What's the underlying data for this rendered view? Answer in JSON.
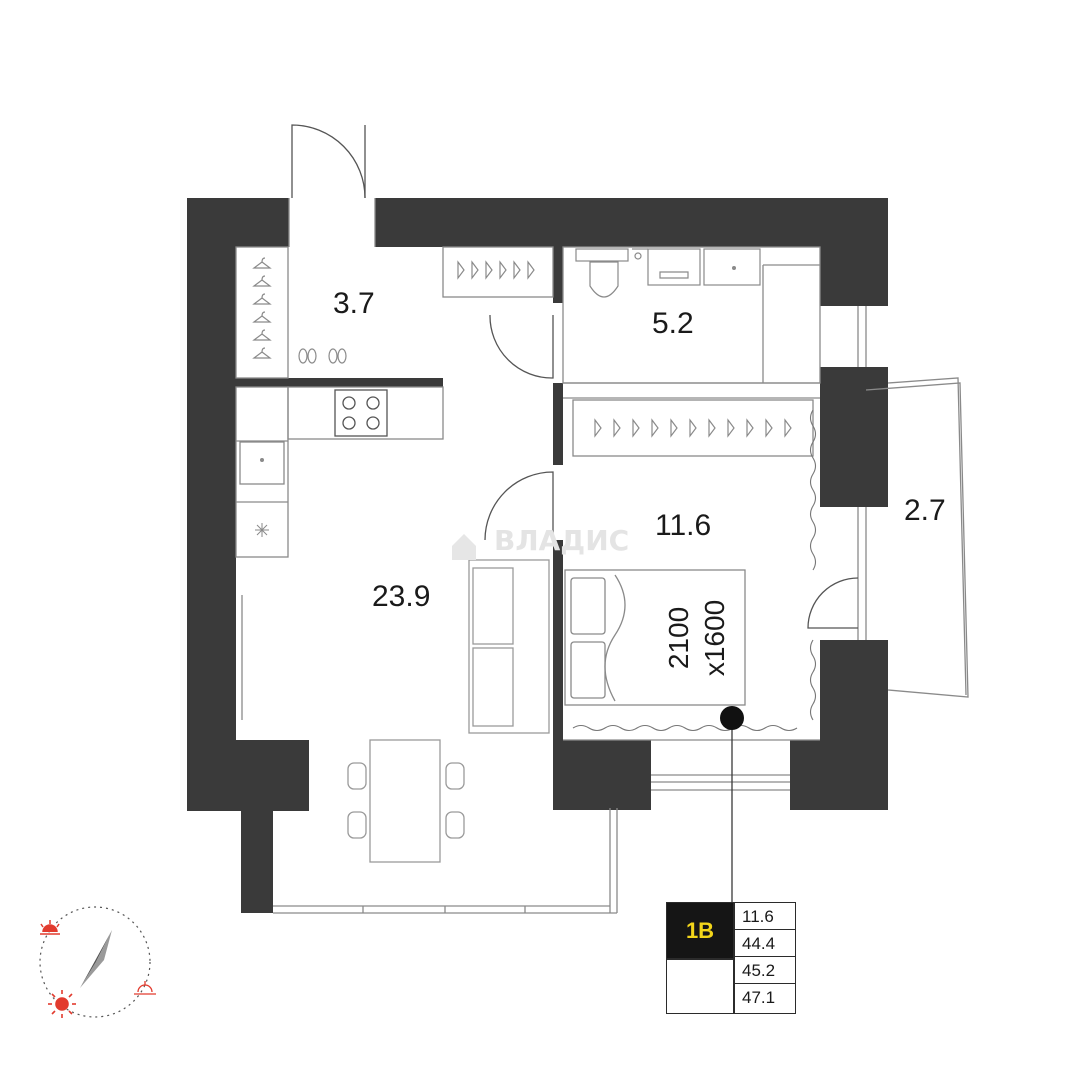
{
  "rooms": {
    "hall_area": "3.7",
    "bathroom_area": "5.2",
    "bedroom_area": "11.6",
    "living_kitchen_area": "23.9",
    "balcony_area": "2.7"
  },
  "bed": {
    "length": "2100",
    "width": "x1600"
  },
  "watermark": "ВЛАДИС",
  "legend": {
    "apartment_type": "1В",
    "values": [
      "11.6",
      "44.4",
      "45.2",
      "47.1"
    ]
  },
  "colors": {
    "wall": "#3a3a3a",
    "line": "#8a8a8a",
    "accent_red": "#e23b2e",
    "badge_text": "#f2d51a"
  },
  "icons": [
    "compass-icon",
    "sunrise-icon",
    "sun-icon",
    "sunset-icon",
    "hanger-icon",
    "shoe-icon",
    "stove-icon",
    "sink-icon",
    "toilet-icon"
  ]
}
